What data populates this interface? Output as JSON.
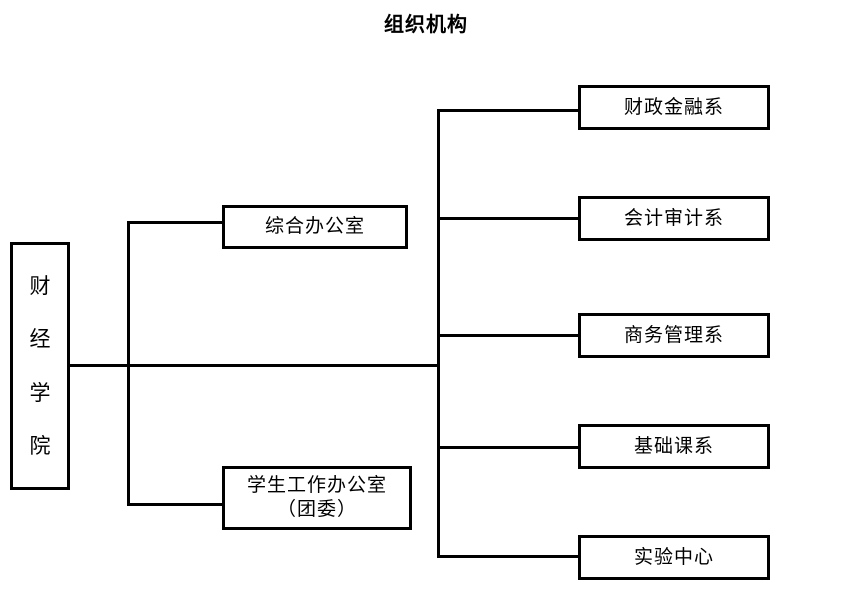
{
  "title": "组织机构",
  "root": {
    "name": "财经学院",
    "chars": [
      "财",
      "经",
      "学",
      "院"
    ]
  },
  "offices": [
    {
      "label": "综合办公室",
      "lines": [
        "综合办公室"
      ]
    },
    {
      "label": "学生工作办公室（团委）",
      "lines": [
        "学生工作办公室",
        "（团委）"
      ]
    }
  ],
  "departments": [
    {
      "label": "财政金融系"
    },
    {
      "label": "会计审计系"
    },
    {
      "label": "商务管理系"
    },
    {
      "label": "基础课系"
    },
    {
      "label": "实验中心"
    }
  ],
  "colors": {
    "background": "#ffffff",
    "line": "#000000",
    "text": "#000000",
    "box_border": "#000000"
  }
}
